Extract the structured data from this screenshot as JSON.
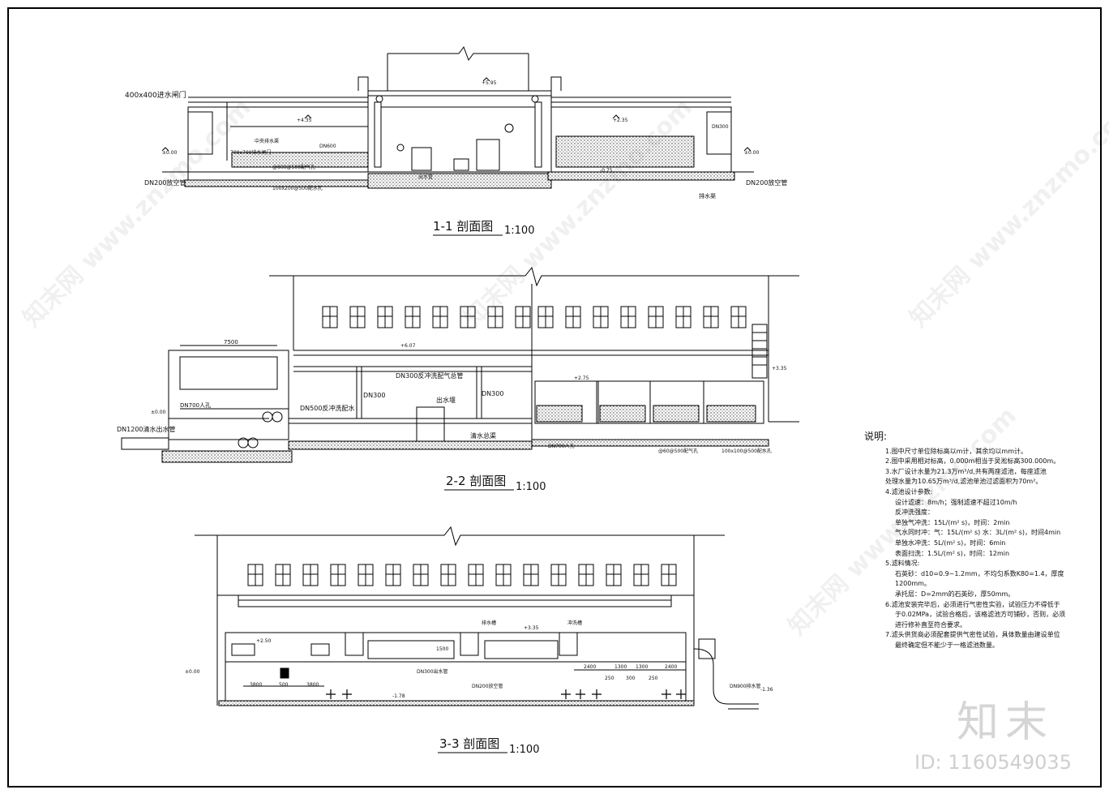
{
  "sections": {
    "s1": {
      "title": "1-1  剖面图",
      "scale": "1:100"
    },
    "s2": {
      "title": "2-2  剖面图",
      "scale": "1:100"
    },
    "s3": {
      "title": "3-3  剖面图",
      "scale": "1:100"
    }
  },
  "labels_s1": {
    "inlet_gate": "400x400进水闸门",
    "pipe_dn200_left": "DN200放空管",
    "pipe_dn200_right": "DN200放空管",
    "gate_700": "700x700排水闸门",
    "channel": "中央排水渠",
    "dn600": "DN600",
    "slot": "100x200@500配水孔",
    "drain": "排水渠",
    "dn300": "DN300",
    "holes": "@600@500配气孔",
    "out": "出水管",
    "e_495": "+5.95",
    "e_435": "+4.35",
    "e_000": "±0.00",
    "e_235": "+2.35",
    "e_075": "-0.75"
  },
  "labels_s2": {
    "width_7500": "7500",
    "dn700_manhole": "DN700人孔",
    "dn1200": "DN1200清水出水管",
    "dn500": "DN500反冲洗配水",
    "dn300a": "DN300",
    "dn300b": "DN300",
    "air_pipe": "DN300反冲洗配气总管",
    "out_weir": "出水堰",
    "clear_channel": "清水总渠",
    "dn700_2": "DN700人孔",
    "holes2": "@60@500配气孔",
    "slot2": "100x100@500配水孔",
    "e_607": "+6.07",
    "e_335": "+3.35",
    "e_000": "±0.00",
    "e_275": "+2.75"
  },
  "labels_s3": {
    "dn300_out": "DN300出水管",
    "dn200": "DN200放空管",
    "dn900": "DN900排水管",
    "drain_trough": "排水槽",
    "wash_trough": "冲洗槽",
    "dim_2400a": "2400",
    "dim_1300a": "1300",
    "dim_1300b": "1300",
    "dim_2400b": "2400",
    "dim_250a": "250",
    "dim_300": "300",
    "dim_250b": "250",
    "dim_3800a": "3800",
    "dim_3800b": "3800",
    "dim_500": "500",
    "dim_1500": "1500",
    "e_000": "±0.00",
    "e_250": "+2.50",
    "e_335": "+3.35",
    "e_178": "-1.78",
    "e_136": "-1.36"
  },
  "notes": {
    "heading": "说明:",
    "items": [
      "1.图中尺寸单位除标高以m计，其余均以mm计。",
      "2.图中采用相对标高，0.000m相当于吴淞标高300.000m。",
      "3.水厂设计水量为21.3万m³/d,共有两座滤池，每座滤池",
      "处理水量为10.65万m³/d,滤池单池过滤面积为70m²。",
      "4.滤池设计参数:",
      "设计滤速：8m/h；强制滤速不超过10m/h",
      "反冲洗强度：",
      "单独气冲洗：15L/(m² s)，时间：2min",
      "气水同时冲：气：15L/(m² s)  水：3L/(m² s)，时间4min",
      "单独水冲洗：5L/(m² s)，时间：6min",
      "表面扫洗：1.5L/(m² s)，时间：12min",
      "5.滤料情况:",
      "石英砂：d10=0.9~1.2mm，不均匀系数K80=1.4，厚度1200mm。",
      "承托层：D=2mm的石英砂，厚50mm。",
      "6.滤池安装完毕后，必须进行气密性实验，试验压力不得低于",
      "于0.02MPa，试验合格后，该格滤池方可铺砂，否则，必须",
      "进行修补直至符合要求。",
      "7.滤头供货商必须配套提供气密性试验，具体数量由建设单位",
      "最终确定但不能少于一格滤池数量。"
    ]
  },
  "branding": {
    "logo_text": "知末",
    "id_text": "ID: 1160549035",
    "watermark": "知末网 www.znzmo.com"
  }
}
